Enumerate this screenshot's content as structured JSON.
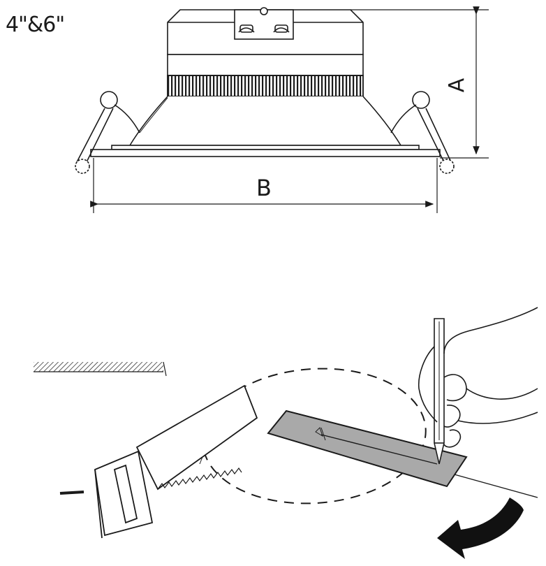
{
  "size_label": "4\"&6\"",
  "dimension_a": "A",
  "dimension_b": "B",
  "colors": {
    "line": "#1a1a1a",
    "panel": "#a9a9a9",
    "arrow": "#111111"
  },
  "icons": [
    "downlight-side-view",
    "saw-icon",
    "pencil-hand-icon",
    "ceiling-panel-icon",
    "curved-arrow-icon"
  ]
}
